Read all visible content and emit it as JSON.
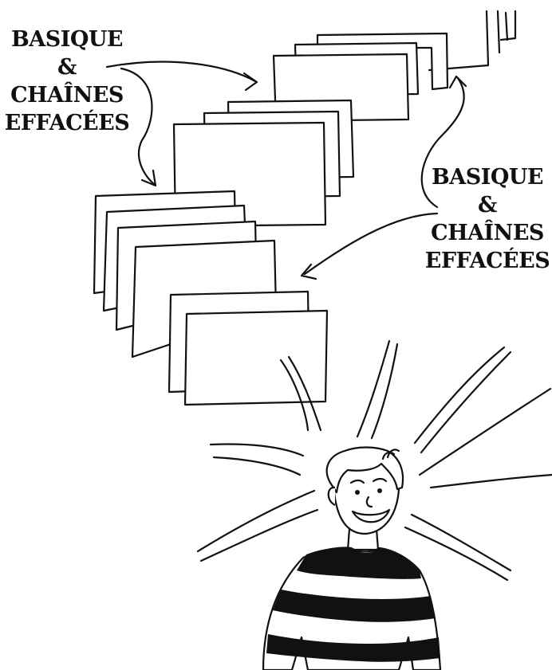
{
  "labels": {
    "left": {
      "line1": "BASIQUE",
      "line2": "&",
      "line3": "CHAÎNES",
      "line4": "EFFACÉES"
    },
    "right": {
      "line1": "BASIQUE",
      "line2": "&",
      "line3": "CHAÎNES",
      "line4": "EFFACÉES"
    }
  },
  "colors": {
    "ink": "#111111",
    "paper": "#ffffff"
  }
}
